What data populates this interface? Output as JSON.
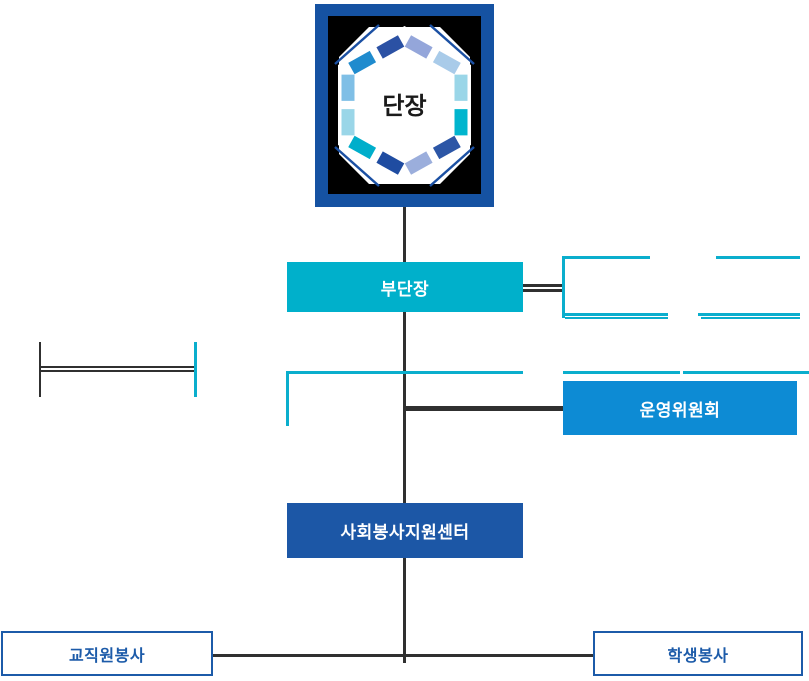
{
  "org": {
    "root": {
      "label": "단장"
    },
    "vice": {
      "label": "부단장"
    },
    "committee": {
      "label": "운영위원회"
    },
    "support_center": {
      "label": "사회봉사지원센터"
    },
    "faculty_service": {
      "label": "교직원봉사"
    },
    "student_service": {
      "label": "학생봉사"
    }
  },
  "colors": {
    "logo_frame": "#1552a2",
    "vice_fill": "#00b0cb",
    "committee_fill": "#0d8bd4",
    "support_center_fill": "#1c57a6",
    "outline_box_border_and_text": "#1c5ba9",
    "dark_connector": "#303030",
    "cyan_connector": "#0aaecd",
    "hexagon_segments": [
      "#94a6da",
      "#a9cbe9",
      "#9ad6e8",
      "#00b5ce",
      "#2c56a6",
      "#9baedc",
      "#1f4ca1",
      "#00aecb",
      "#9ad6e8",
      "#7fbfe6",
      "#1f8bce",
      "#2b51a4"
    ]
  }
}
